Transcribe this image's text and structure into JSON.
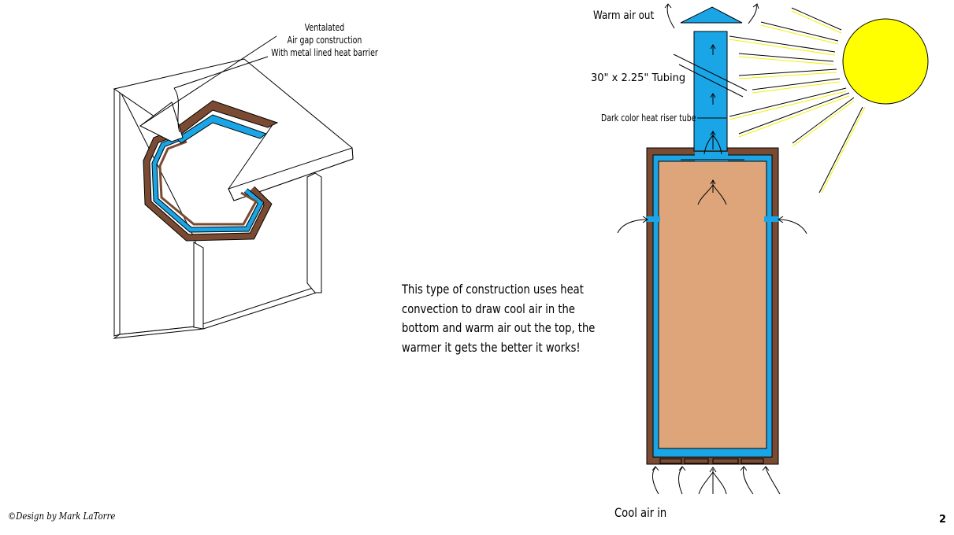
{
  "labels": {
    "ventilated_line1": "Ventalated",
    "ventilated_line2": "Air gap construction",
    "ventilated_line3": "With metal lined heat barrier",
    "warm_air_out": "Warm air out",
    "tubing": "30\" x 2.25\" Tubing",
    "riser_tube": "Dark color heat riser tube",
    "cool_air_in": "Cool air in"
  },
  "description": {
    "line1": "This type of construction uses heat",
    "line2": "convection to draw cool air in the",
    "line3": "bottom and warm air out the top, the",
    "line4": "warmer it gets the better it works!"
  },
  "credit": "©Design by Mark LaTorre",
  "page_number": "2",
  "colors": {
    "wall_brown": "#7a4a32",
    "air_gap_blue": "#1aa6e6",
    "inner_tan": "#dea57a",
    "sun_yellow": "#ffff00",
    "ray_yellow": "#f2f200"
  }
}
